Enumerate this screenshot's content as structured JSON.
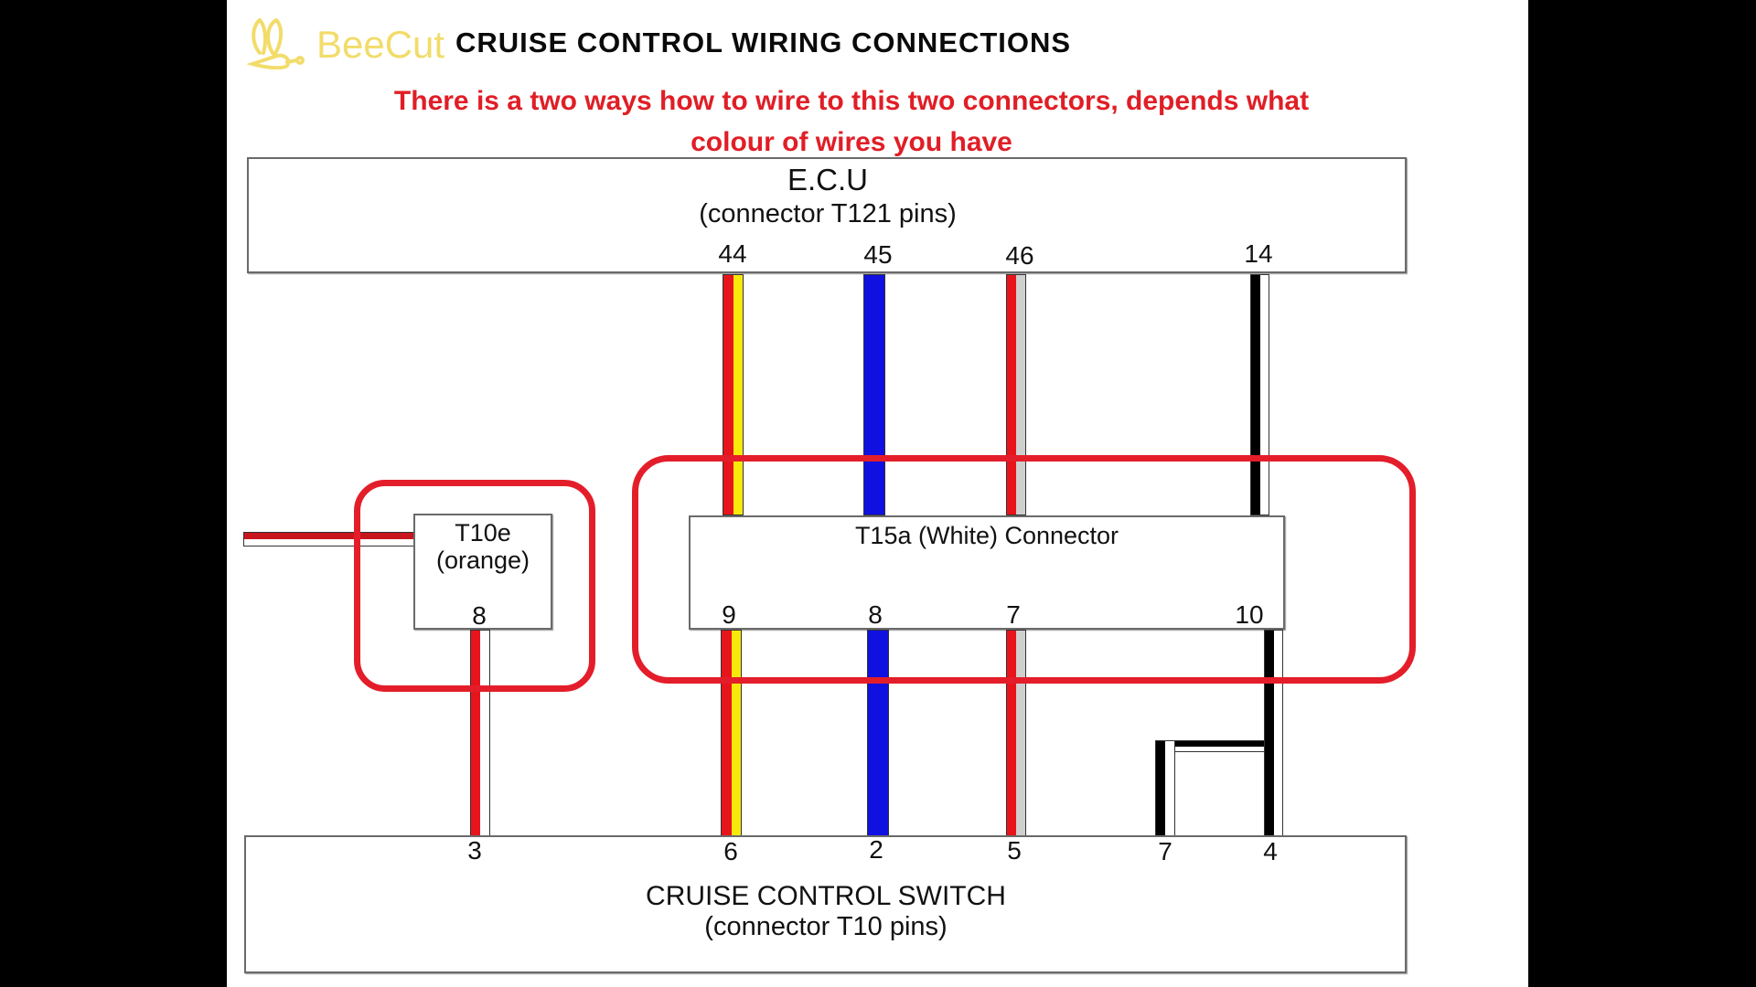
{
  "watermark": {
    "brand": "BeeCut",
    "icon": "bee-logo-icon",
    "color": "#f2dc6a"
  },
  "title": "CRUISE CONTROL WIRING CONNECTIONS",
  "note": {
    "line1": "There is a two ways how to wire to this two connectors, depends what",
    "line2": "colour of wires you have",
    "color": "#e01e26"
  },
  "ecu": {
    "title": "E.C.U",
    "subtitle": "(connector T121 pins)",
    "pins": [
      "44",
      "45",
      "46",
      "14"
    ]
  },
  "t10e": {
    "title": "T10e",
    "subtitle": "(orange)",
    "pin": "8"
  },
  "t15a": {
    "title": "T15a (White) Connector",
    "pins": [
      "9",
      "8",
      "7",
      "10"
    ]
  },
  "switch": {
    "title": "CRUISE CONTROL SWITCH",
    "subtitle": "(connector T10 pins)",
    "pins": [
      "3",
      "6",
      "2",
      "5",
      "7",
      "4"
    ]
  },
  "wires": [
    {
      "from": "ECU 44",
      "via": "T15a 9",
      "to": "Switch 6",
      "colors": [
        "#e8141c",
        "#f7ea0a"
      ]
    },
    {
      "from": "ECU 45",
      "via": "T15a 8",
      "to": "Switch 2",
      "colors": [
        "#1010e0",
        "#1010e0"
      ]
    },
    {
      "from": "ECU 46",
      "via": "T15a 7",
      "to": "Switch 5",
      "colors": [
        "#e8141c",
        "#cfcfcf"
      ]
    },
    {
      "from": "ECU 14",
      "via": "T15a 10",
      "to": "Switch 4 / Switch 7",
      "colors": [
        "#000000",
        "#ffffff"
      ]
    },
    {
      "from": "T10e 8",
      "to": "Switch 3",
      "colors": [
        "#e8141c",
        "#ffffff"
      ]
    }
  ],
  "highlight_color": "#e31e2a"
}
